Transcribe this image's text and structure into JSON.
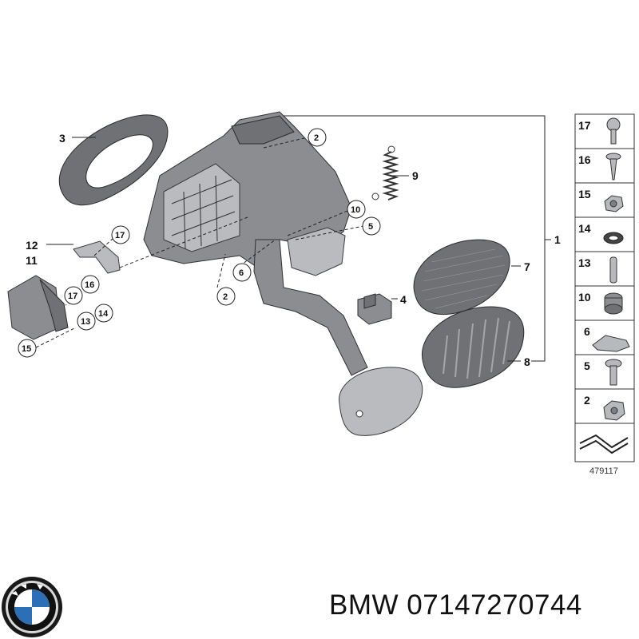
{
  "diagram": {
    "callouts": [
      {
        "id": "c3",
        "label": "3"
      },
      {
        "id": "c2a",
        "label": "2"
      },
      {
        "id": "c9",
        "label": "9"
      },
      {
        "id": "c10",
        "label": "10"
      },
      {
        "id": "c5",
        "label": "5"
      },
      {
        "id": "c1",
        "label": "1"
      },
      {
        "id": "c12",
        "label": "12"
      },
      {
        "id": "c17a",
        "label": "17"
      },
      {
        "id": "c11",
        "label": "11"
      },
      {
        "id": "c16",
        "label": "16"
      },
      {
        "id": "c6",
        "label": "6"
      },
      {
        "id": "c7",
        "label": "7"
      },
      {
        "id": "c17b",
        "label": "17"
      },
      {
        "id": "c14",
        "label": "14"
      },
      {
        "id": "c13",
        "label": "13"
      },
      {
        "id": "c2b",
        "label": "2"
      },
      {
        "id": "c4",
        "label": "4"
      },
      {
        "id": "c15",
        "label": "15"
      },
      {
        "id": "c8",
        "label": "8"
      }
    ],
    "legend": [
      "17",
      "16",
      "15",
      "14",
      "13",
      "10",
      "6",
      "5",
      "2"
    ],
    "reference_number": "479117"
  },
  "caption": {
    "text": "BMW 07147270744"
  },
  "colors": {
    "part": "#8b8d90",
    "part_dark": "#6f7174",
    "part_light": "#b9bbbe",
    "bmw_blue": "#2c6fb6"
  }
}
